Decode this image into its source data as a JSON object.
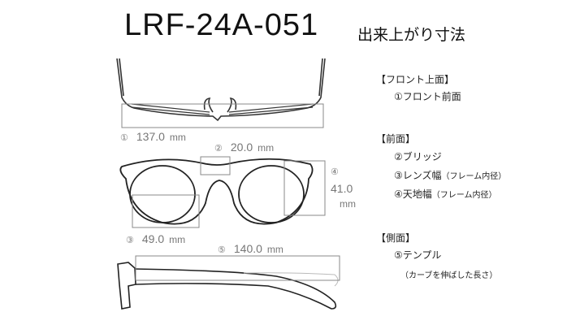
{
  "title": "LRF-24A-051",
  "subtitle": "出来上がり寸法",
  "dimensions": [
    {
      "num": "①",
      "value": "137.0",
      "unit": "mm"
    },
    {
      "num": "②",
      "value": "20.0",
      "unit": "mm"
    },
    {
      "num": "③",
      "value": "49.0",
      "unit": "mm"
    },
    {
      "num": "④",
      "value": "41.0",
      "unit": "mm"
    },
    {
      "num": "⑤",
      "value": "140.0",
      "unit": "mm"
    }
  ],
  "legend": {
    "top_header": "【フロント上面】",
    "item1": "①フロント前面",
    "front_header": "【前面】",
    "item2": "②ブリッジ",
    "item3": "③レンズ幅",
    "item3_note": "（フレーム内径）",
    "item4": "④天地幅",
    "item4_note": "（フレーム内径）",
    "side_header": "【側面】",
    "item5": "⑤テンプル",
    "item5_note": "（カーブを伸ばした長さ）"
  }
}
